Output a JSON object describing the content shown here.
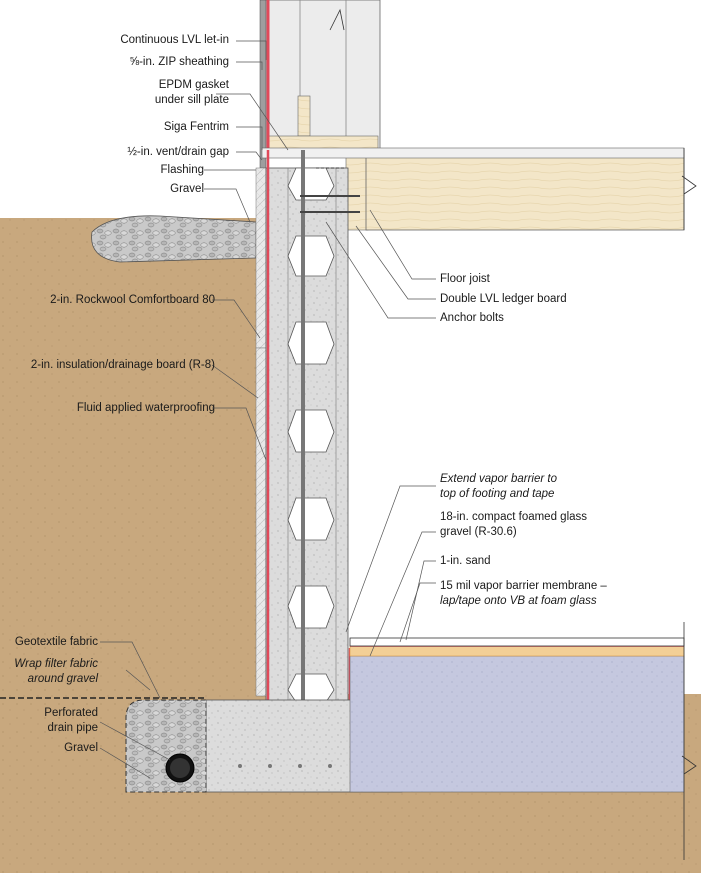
{
  "labels_left": {
    "continuous_lvl": "Continuous LVL let-in",
    "zip_sheathing": "⅝-in. ZIP sheathing",
    "epdm_gasket": "EPDM gasket\nunder sill plate",
    "siga_fentrim": "Siga Fentrim",
    "vent_gap": "½-in. vent/drain gap",
    "flashing": "Flashing",
    "gravel_top": "Gravel",
    "rockwool": "2-in. Rockwool Comfortboard 80",
    "insulation_board": "2-in. insulation/drainage board (R-8)",
    "waterproofing": "Fluid applied waterproofing",
    "geotextile": "Geotextile fabric",
    "wrap_filter": "Wrap filter fabric\naround gravel",
    "drain_pipe": "Perforated\ndrain pipe",
    "gravel_bottom": "Gravel"
  },
  "labels_right": {
    "floor_joist": "Floor joist",
    "ledger": "Double LVL ledger board",
    "anchor_bolts": "Anchor bolts",
    "extend_vb": "Extend vapor barrier to\ntop of footing and tape",
    "foamed_glass": "18-in. compact foamed glass\ngravel (R-30.6)",
    "sand": "1-in. sand",
    "vb_membrane_1": "15 mil vapor barrier membrane –",
    "vb_membrane_2": "lap/tape onto VB at foam glass"
  },
  "colors": {
    "soil": "#c8a87e",
    "concrete": "#dcdcdc",
    "foam_glass": "#c5c8df",
    "wood": "#f3e6c8",
    "membrane": "#e04a5a",
    "sand": "#f3cf96"
  }
}
